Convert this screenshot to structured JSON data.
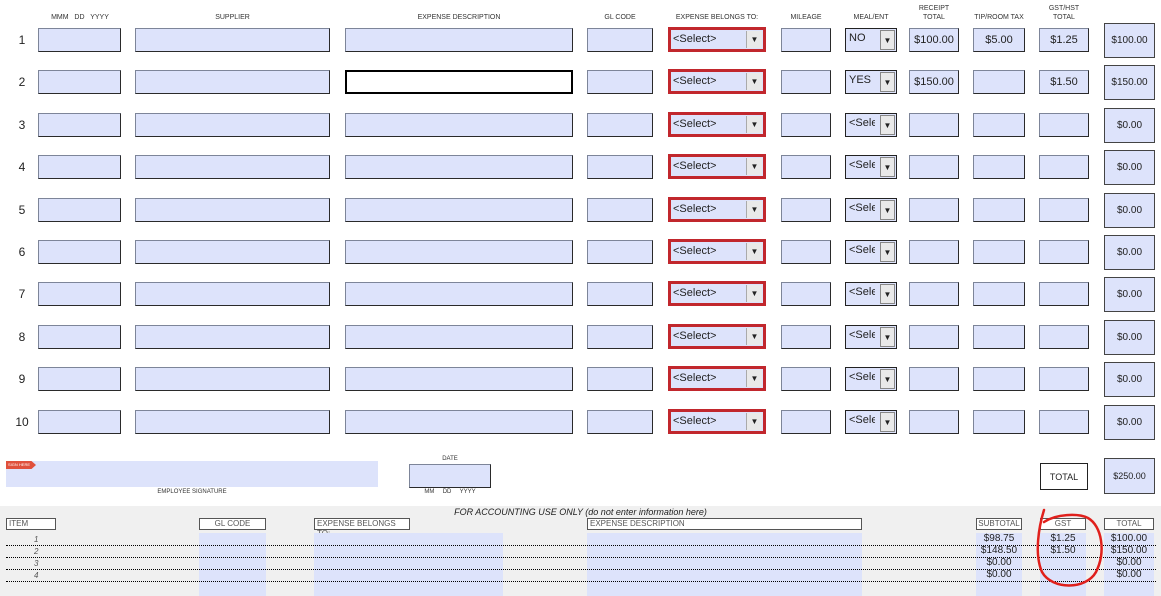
{
  "headers": {
    "date_fmt": "MMM   DD   YYYY",
    "supplier": "SUPPLIER",
    "description": "EXPENSE DESCRIPTION",
    "gl_code": "GL CODE",
    "belongs_to": "EXPENSE BELONGS TO:",
    "mileage": "MILEAGE",
    "meal_ent": "MEAL/ENT",
    "receipt_total_1": "RECEIPT",
    "receipt_total_2": "TOTAL",
    "tip_tax": "TIP/ROOM TAX",
    "gst_hst_1": "GST/HST",
    "gst_hst_2": "TOTAL"
  },
  "rows": [
    {
      "num": "1",
      "belongs": "<Select>",
      "meal": "NO",
      "receipt": "$100.00",
      "tip": "$5.00",
      "gst": "$1.25",
      "total": "$100.00"
    },
    {
      "num": "2",
      "belongs": "<Select>",
      "meal": "YES",
      "receipt": "$150.00",
      "tip": "",
      "gst": "$1.50",
      "total": "$150.00"
    },
    {
      "num": "3",
      "belongs": "<Select>",
      "meal": "<Select>",
      "receipt": "",
      "tip": "",
      "gst": "",
      "total": "$0.00"
    },
    {
      "num": "4",
      "belongs": "<Select>",
      "meal": "<Select>",
      "receipt": "",
      "tip": "",
      "gst": "",
      "total": "$0.00"
    },
    {
      "num": "5",
      "belongs": "<Select>",
      "meal": "<Select>",
      "receipt": "",
      "tip": "",
      "gst": "",
      "total": "$0.00"
    },
    {
      "num": "6",
      "belongs": "<Select>",
      "meal": "<Select>",
      "receipt": "",
      "tip": "",
      "gst": "",
      "total": "$0.00"
    },
    {
      "num": "7",
      "belongs": "<Select>",
      "meal": "<Select>",
      "receipt": "",
      "tip": "",
      "gst": "",
      "total": "$0.00"
    },
    {
      "num": "8",
      "belongs": "<Select>",
      "meal": "<Select>",
      "receipt": "",
      "tip": "",
      "gst": "",
      "total": "$0.00"
    },
    {
      "num": "9",
      "belongs": "<Select>",
      "meal": "<Select>",
      "receipt": "",
      "tip": "",
      "gst": "",
      "total": "$0.00"
    },
    {
      "num": "10",
      "belongs": "<Select>",
      "meal": "<Select>",
      "receipt": "",
      "tip": "",
      "gst": "",
      "total": "$0.00"
    }
  ],
  "footer": {
    "sign_tag": "SIGN HERE",
    "employee_signature": "EMPLOYEE SIGNATURE",
    "date_label": "DATE",
    "date_fmt": "MM     DD     YYYY",
    "total_label": "TOTAL",
    "grand_total": "$250.00"
  },
  "accounting": {
    "title": "FOR ACCOUNTING USE ONLY (do not enter information here)",
    "headers": {
      "item": "ITEM",
      "gl_code": "GL CODE",
      "belongs": "EXPENSE BELONGS TO:",
      "description": "EXPENSE DESCRIPTION",
      "subtotal": "SUBTOTAL",
      "gst": "GST",
      "total": "TOTAL"
    },
    "rows": [
      {
        "num": "1",
        "subtotal": "$98.75",
        "gst": "$1.25",
        "total": "$100.00"
      },
      {
        "num": "2",
        "subtotal": "$148.50",
        "gst": "$1.50",
        "total": "$150.00"
      },
      {
        "num": "3",
        "subtotal": "$0.00",
        "gst": "",
        "total": "$0.00"
      },
      {
        "num": "4",
        "subtotal": "$0.00",
        "gst": "",
        "total": "$0.00"
      }
    ]
  },
  "colors": {
    "field_fill": "#dde3fb",
    "select_border": "#c1272d",
    "annotation": "#e0201c"
  },
  "icons": {
    "dropdown": "chevron-down-icon",
    "sign_tag": "sign-here-flag-icon"
  }
}
